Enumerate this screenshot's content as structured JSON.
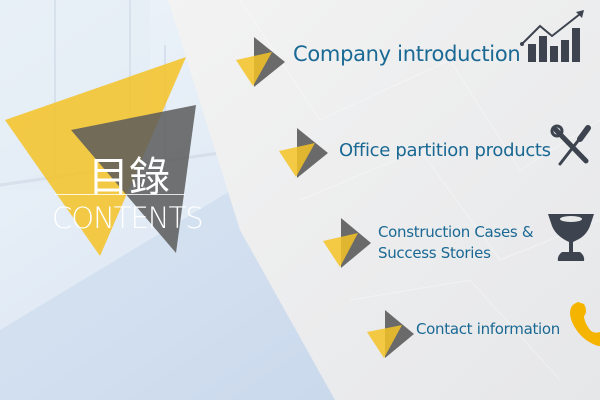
{
  "title": {
    "chinese": "目錄",
    "english": "CONTENTS"
  },
  "items": [
    {
      "label": "Company introduction",
      "icon": "bar-chart-growth-icon"
    },
    {
      "label": "Office partition products",
      "icon": "wrench-screwdriver-icon"
    },
    {
      "label_line1": "Construction Cases &",
      "label_line2": "Success Stories",
      "icon": "trophy-icon"
    },
    {
      "label": "Contact information",
      "icon": "phone-icon"
    }
  ],
  "colors": {
    "accent_yellow": "#f5c224",
    "accent_gray": "#5d5d5d",
    "text_blue": "#1a6994",
    "icon_dark": "#3d4450"
  }
}
